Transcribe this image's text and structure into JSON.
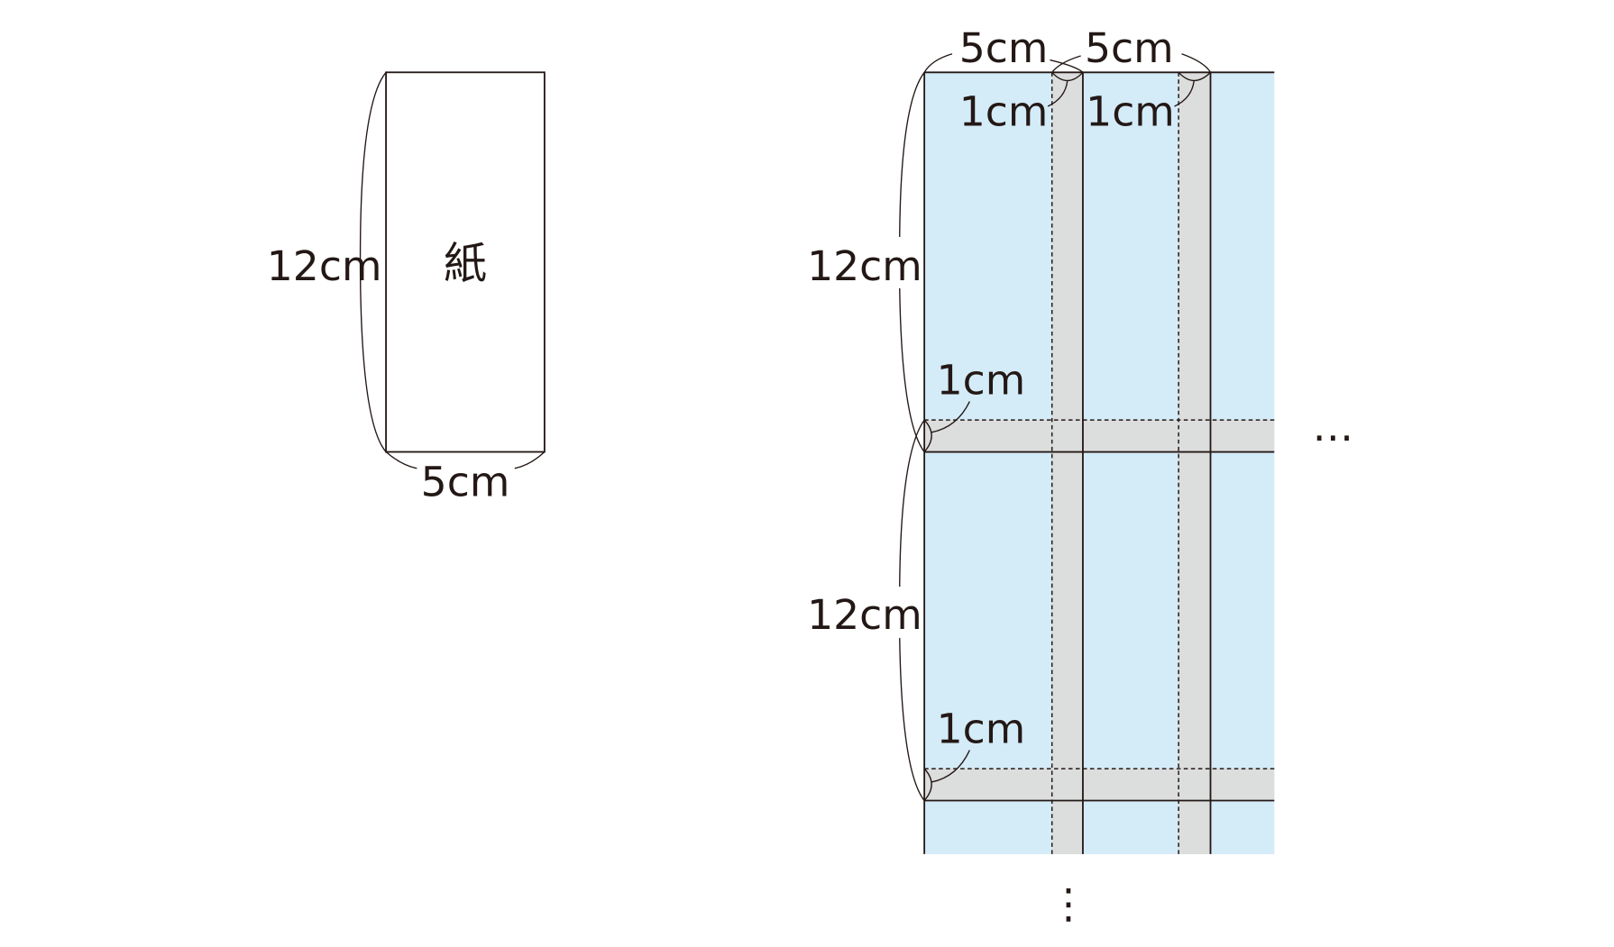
{
  "left_figure": {
    "paper_label": "紙",
    "height_label": "12cm",
    "width_label": "5cm"
  },
  "right_figure": {
    "top_widths": [
      "5cm",
      "5cm"
    ],
    "overlap_widths_top": [
      "1cm",
      "1cm"
    ],
    "heights": [
      "12cm",
      "12cm"
    ],
    "overlap_heights": [
      "1cm",
      "1cm"
    ],
    "continue_right": "…",
    "continue_down": "⋮"
  },
  "colors": {
    "paper": "#d4ebf8",
    "overlap": "#dcdddd",
    "line": "#231815"
  }
}
